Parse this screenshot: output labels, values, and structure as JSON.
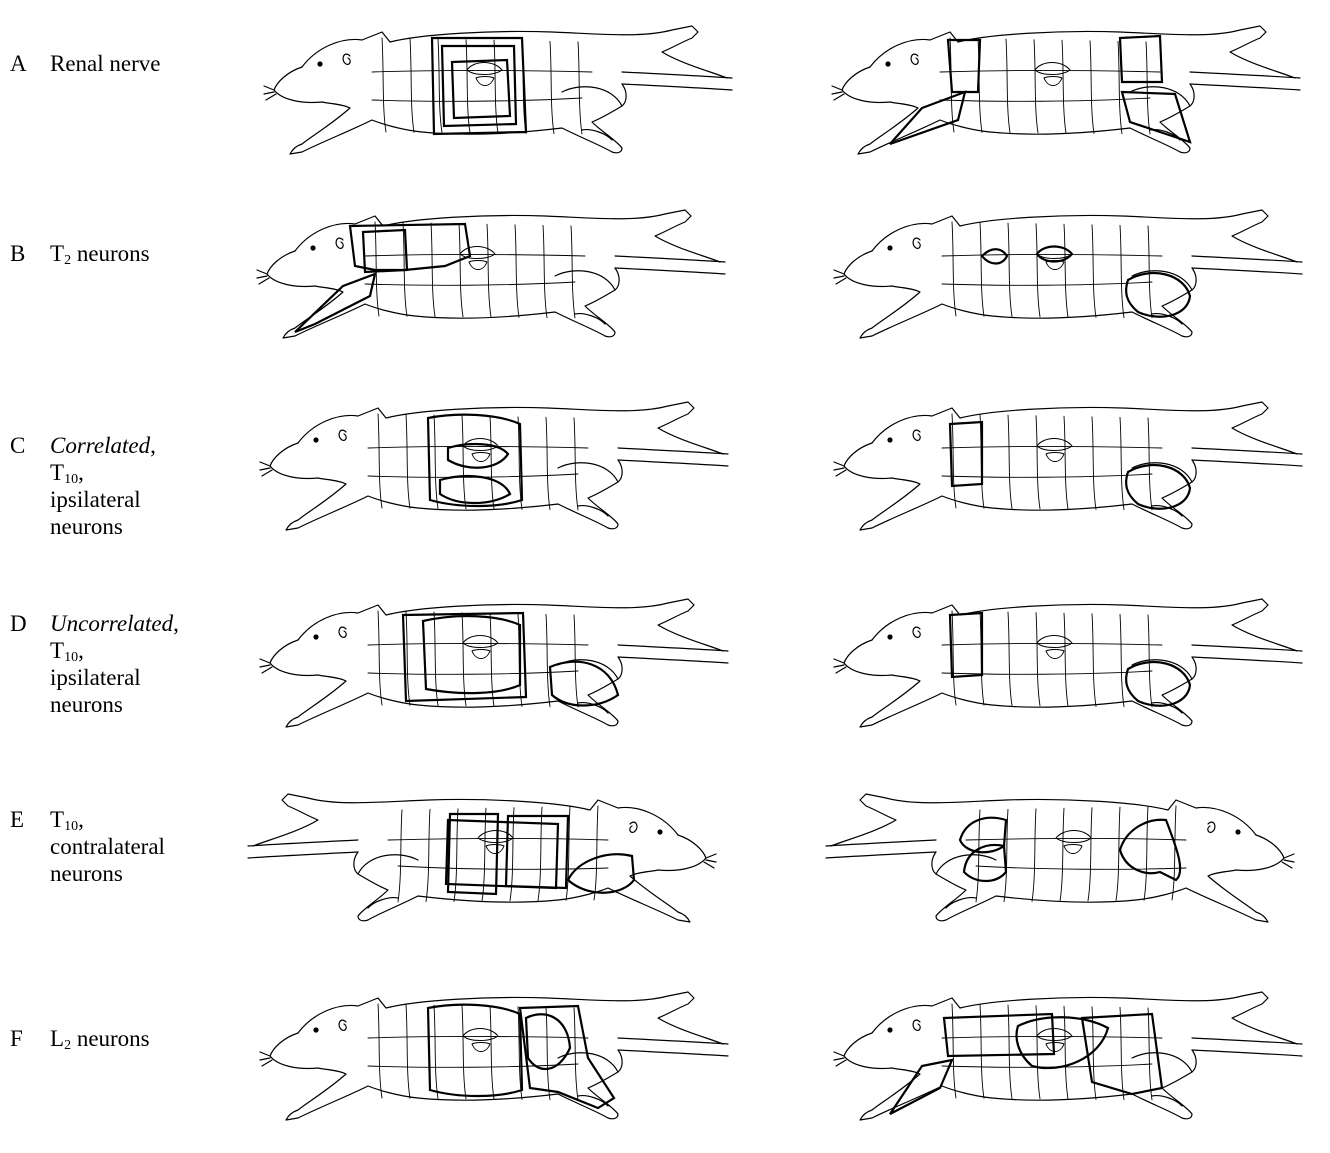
{
  "rows": [
    {
      "letter": "A",
      "label_lines": [
        "Renal nerve"
      ]
    },
    {
      "letter": "B",
      "label_prefix": "T",
      "label_sub": "2",
      "label_suffix": " neurons"
    },
    {
      "letter": "C",
      "label_italic": "Correlated",
      "label_after_italic": ",",
      "label_t": "T",
      "label_t_sub": "10",
      "label_t_after": ",",
      "label_lines": [
        "ipsilateral",
        "neurons"
      ]
    },
    {
      "letter": "D",
      "label_italic": "Uncorrelated",
      "label_after_italic": ",",
      "label_t": "T",
      "label_t_sub": "10",
      "label_t_after": ",",
      "label_lines": [
        "ipsilateral",
        "neurons"
      ]
    },
    {
      "letter": "E",
      "label_t": "T",
      "label_t_sub": "10",
      "label_t_after": ",",
      "label_lines": [
        "contralateral",
        "neurons"
      ]
    },
    {
      "letter": "F",
      "label_prefix": "L",
      "label_sub": "2",
      "label_suffix": " neurons"
    }
  ]
}
